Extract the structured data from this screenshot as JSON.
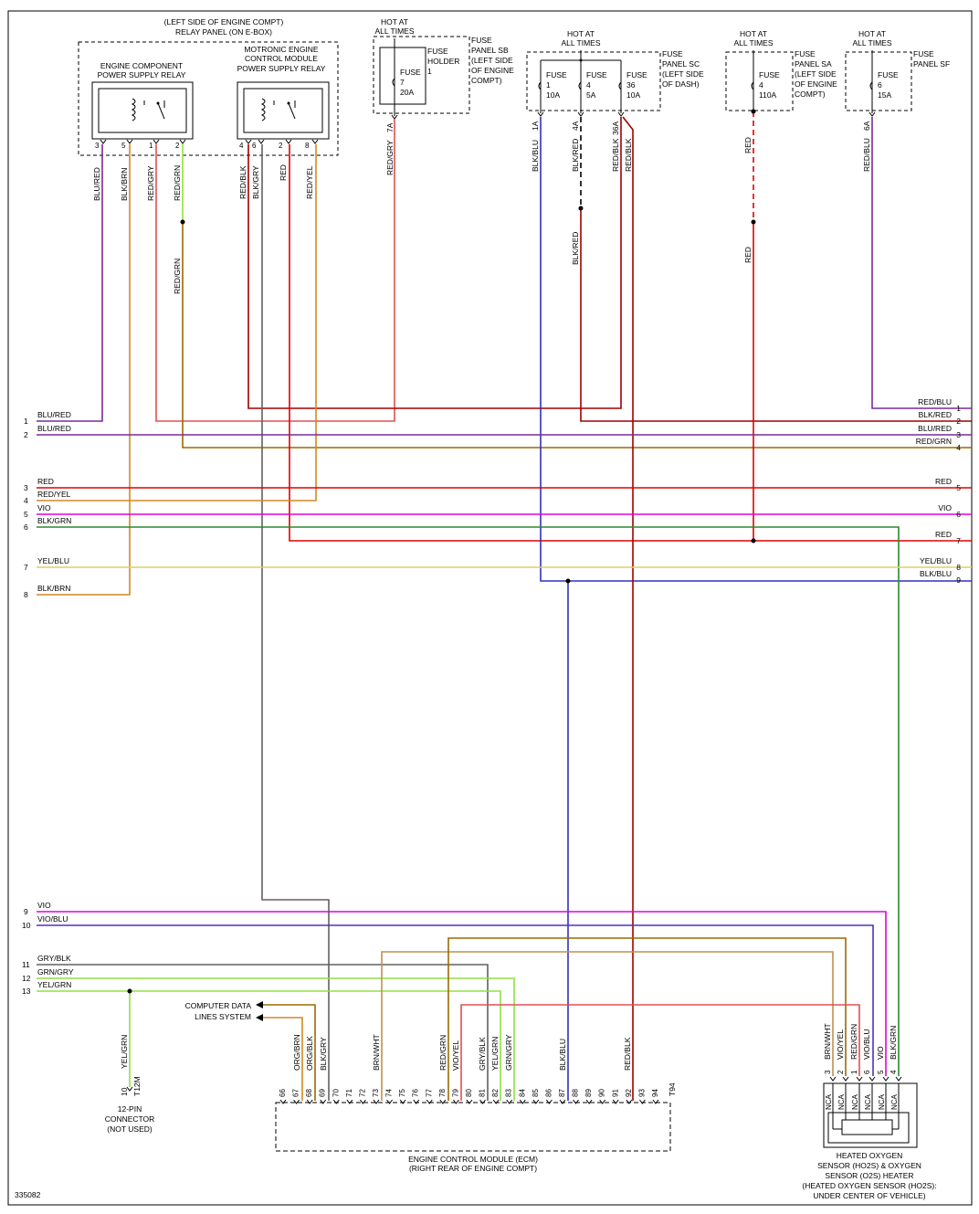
{
  "diagram_id": "335082",
  "relay_panel": {
    "title_line1": "(LEFT SIDE OF ENGINE COMPT)",
    "title_line2": "RELAY PANEL (ON E-BOX)",
    "relay1": {
      "line1": "ENGINE COMPONENT",
      "line2": "POWER SUPPLY RELAY",
      "pins": [
        "3",
        "5",
        "1",
        "2"
      ]
    },
    "relay2": {
      "line1": "MOTRONIC ENGINE",
      "line2": "CONTROL MODULE",
      "line3": "POWER SUPPLY RELAY",
      "pins": [
        "4",
        "6",
        "2",
        "8"
      ]
    }
  },
  "relay_wires": [
    "BLU/RED",
    "BLK/BRN",
    "RED/GRY",
    "RED/GRN",
    "RED/BLK",
    "BLK/GRY",
    "RED",
    "RED/YEL"
  ],
  "fuse_sb": {
    "hot": "HOT AT",
    "hot2": "ALL TIMES",
    "fuse": "FUSE",
    "num": "7",
    "amp": "20A",
    "holder1": "FUSE",
    "holder2": "HOLDER",
    "holder3": "1",
    "panel": [
      "FUSE",
      "PANEL SB",
      "(LEFT SIDE",
      "OF ENGINE",
      "COMPT)"
    ],
    "pin": "7A",
    "wire": "RED/GRY"
  },
  "fuse_sc": {
    "hot": "HOT AT",
    "hot2": "ALL TIMES",
    "panel": [
      "FUSE",
      "PANEL SC",
      "(LEFT SIDE",
      "OF DASH)"
    ],
    "fuses": [
      {
        "label": "FUSE",
        "num": "1",
        "amp": "10A"
      },
      {
        "label": "FUSE",
        "num": "4",
        "amp": "5A"
      },
      {
        "label": "FUSE",
        "num": "36",
        "amp": "10A"
      }
    ],
    "pins": [
      "1A",
      "4A",
      "36A"
    ],
    "wires": [
      "BLK/BLU",
      "BLK/RED",
      "RED/BLK",
      "RED/BLK",
      "BLK/RED"
    ]
  },
  "fuse_sa": {
    "hot": "HOT AT",
    "hot2": "ALL TIMES",
    "fuse": "FUSE",
    "num": "4",
    "amp": "110A",
    "panel": [
      "FUSE",
      "PANEL SA",
      "(LEFT SIDE",
      "OF ENGINE",
      "COMPT)"
    ],
    "wire": "RED"
  },
  "fuse_sf": {
    "hot": "HOT AT",
    "hot2": "ALL TIMES",
    "fuse": "FUSE",
    "num": "6",
    "amp": "15A",
    "panel": [
      "FUSE",
      "PANEL SF"
    ],
    "pin": "6A",
    "wire": "RED/BLU"
  },
  "left_bus": [
    {
      "num": "1",
      "label": "BLU/RED"
    },
    {
      "num": "2",
      "label": "BLU/RED"
    },
    {
      "num": "3",
      "label": "RED"
    },
    {
      "num": "4",
      "label": "RED/YEL"
    },
    {
      "num": "5",
      "label": "VIO"
    },
    {
      "num": "6",
      "label": "BLK/GRN"
    },
    {
      "num": "7",
      "label": "YEL/BLU"
    },
    {
      "num": "8",
      "label": "BLK/BRN"
    }
  ],
  "right_bus": [
    {
      "num": "1",
      "label": "RED/BLU"
    },
    {
      "num": "2",
      "label": "BLK/RED"
    },
    {
      "num": "3",
      "label": "BLU/RED"
    },
    {
      "num": "4",
      "label": "RED/GRN"
    },
    {
      "num": "5",
      "label": "RED"
    },
    {
      "num": "6",
      "label": "VIO"
    },
    {
      "num": "7",
      "label": "RED"
    },
    {
      "num": "8",
      "label": "YEL/BLU"
    },
    {
      "num": "9",
      "label": "BLK/BLU"
    }
  ],
  "lower_bus": [
    {
      "num": "9",
      "label": "VIO"
    },
    {
      "num": "10",
      "label": "VIO/BLU"
    },
    {
      "num": "11",
      "label": "GRY/BLK"
    },
    {
      "num": "12",
      "label": "GRN/GRY"
    },
    {
      "num": "13",
      "label": "YEL/GRN"
    }
  ],
  "computer_data": {
    "line1": "COMPUTER DATA",
    "line2": "LINES SYSTEM"
  },
  "connector_12pin": {
    "pin": "10",
    "id": "T12M",
    "wire": "YEL/GRN",
    "line1": "12-PIN",
    "line2": "CONNECTOR",
    "line3": "(NOT USED)"
  },
  "ecm": {
    "pins": [
      "66",
      "67",
      "68",
      "69",
      "70",
      "71",
      "72",
      "73",
      "74",
      "75",
      "76",
      "77",
      "78",
      "79",
      "80",
      "81",
      "82",
      "83",
      "84",
      "85",
      "86",
      "87",
      "88",
      "89",
      "90",
      "91",
      "92",
      "93",
      "94"
    ],
    "connector": "T94",
    "wires": [
      {
        "pin": "67",
        "label": "ORG/BRN"
      },
      {
        "pin": "68",
        "label": "ORG/BLK"
      },
      {
        "pin": "69",
        "label": "BLK/GRY"
      },
      {
        "pin": "73",
        "label": "BRN/WHT"
      },
      {
        "pin": "78",
        "label": "RED/GRN"
      },
      {
        "pin": "79",
        "label": "VIO/YEL"
      },
      {
        "pin": "81",
        "label": "GRY/BLK"
      },
      {
        "pin": "82",
        "label": "YEL/GRN"
      },
      {
        "pin": "83",
        "label": "GRN/GRY"
      },
      {
        "pin": "88",
        "label": "BLK/BLU"
      },
      {
        "pin": "92",
        "label": "RED/BLK"
      }
    ],
    "line1": "ENGINE CONTROL MODULE (ECM)",
    "line2": "(RIGHT REAR OF ENGINE COMPT)"
  },
  "o2_sensor": {
    "wires": [
      "BRN/WHT",
      "VIO/YEL",
      "RED/GRN",
      "VIO/BLU",
      "VIO",
      "BLK/GRN"
    ],
    "pins": [
      "3",
      "2",
      "1",
      "6",
      "5",
      "4"
    ],
    "nca": "NCA",
    "line1": "HEATED OXYGEN",
    "line2": "SENSOR (HO2S) & OXYGEN",
    "line3": "SENSOR (O2S) HEATER",
    "line4": "(HEATED OXYGEN SENSOR (HO2S):",
    "line5": "UNDER CENTER OF VEHICLE)"
  },
  "colors": {
    "red": "#e00000",
    "darkred": "#a00000",
    "violet": "#e000e0",
    "blue": "#3030c0",
    "purple": "#7a2a9a",
    "orange": "#d08a20",
    "olive": "#9a6a00",
    "green": "#2a8a2a",
    "lime": "#90e040",
    "gray": "#606060",
    "yellow": "#e0d060",
    "brown": "#8a5a20",
    "salmon": "#e05050"
  }
}
